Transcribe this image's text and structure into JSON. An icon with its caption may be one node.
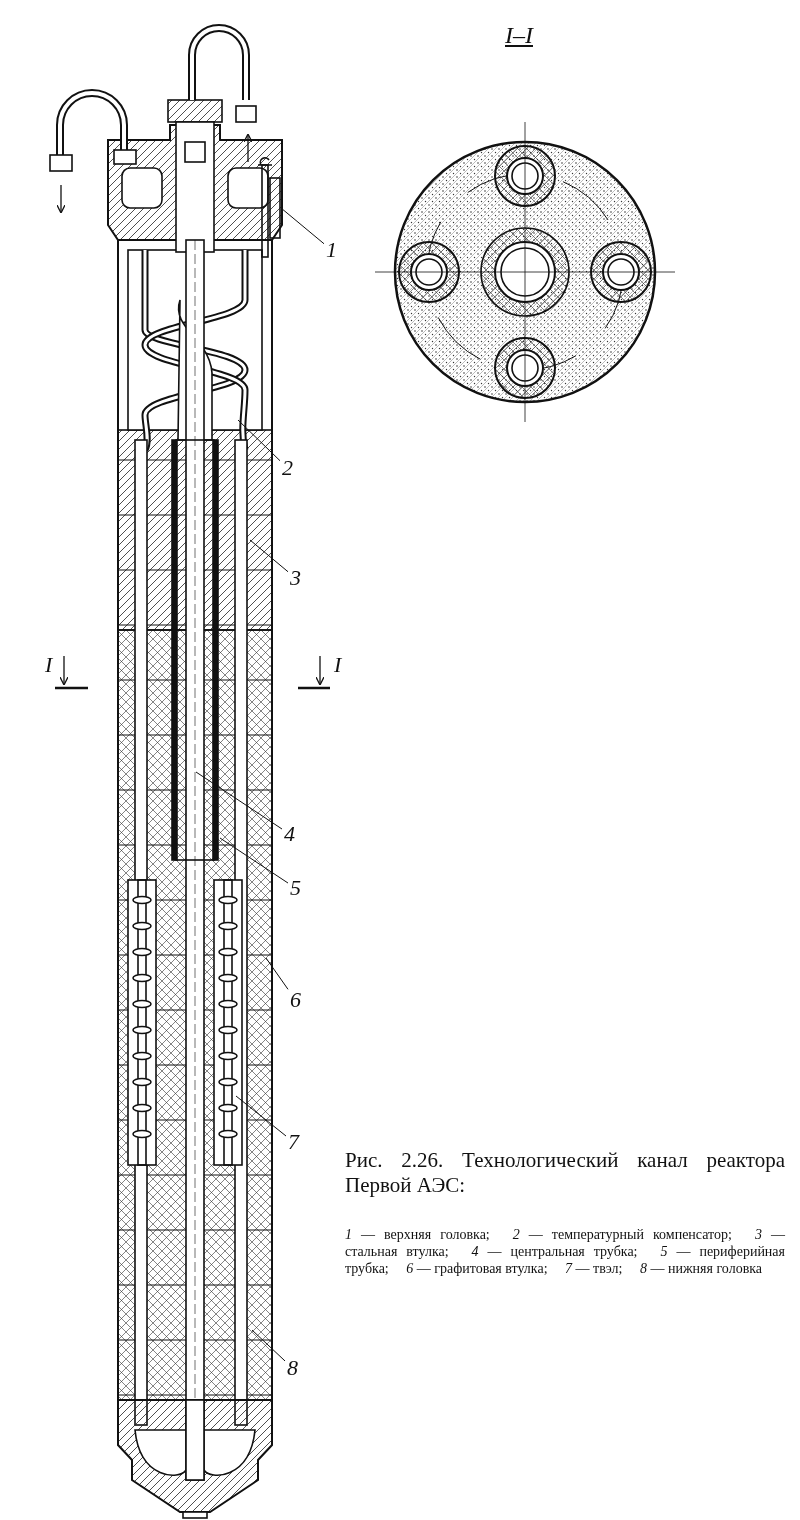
{
  "diagram": {
    "caption": "Рис. 2.26. Технологический канал реактора Первой АЭС:",
    "nodes": [
      {
        "text": [
          "1"
        ]
      },
      {
        "text": [
          "2"
        ]
      },
      {
        "text": [
          "3"
        ]
      },
      {
        "text": [
          "4"
        ]
      },
      {
        "text": [
          "5"
        ]
      },
      {
        "text": [
          "6"
        ]
      },
      {
        "text": [
          "7"
        ]
      },
      {
        "text": [
          "8"
        ]
      }
    ],
    "edges": [
      {
        "from": 0,
        "to": null,
        "arrow": "none"
      },
      {
        "from": 1,
        "to": null,
        "arrow": "none"
      },
      {
        "from": 2,
        "to": null,
        "arrow": "none"
      },
      {
        "from": 3,
        "to": null,
        "arrow": "none"
      },
      {
        "from": 4,
        "to": null,
        "arrow": "none"
      },
      {
        "from": 5,
        "to": null,
        "arrow": "none"
      },
      {
        "from": 6,
        "to": null,
        "arrow": "none"
      },
      {
        "from": 7,
        "to": null,
        "arrow": "none"
      }
    ],
    "labels": [
      "I–I",
      "I",
      "I",
      "*1* — верхняя головка;",
      "*2* — температурный компенсатор;",
      "*3* — стальная втулка;",
      "*4* — центральная трубка;",
      "*5* — периферийная трубка;",
      "*6* — графитовая втулка;",
      "*7* — твэл;",
      "*8* — нижняя головка"
    ]
  }
}
